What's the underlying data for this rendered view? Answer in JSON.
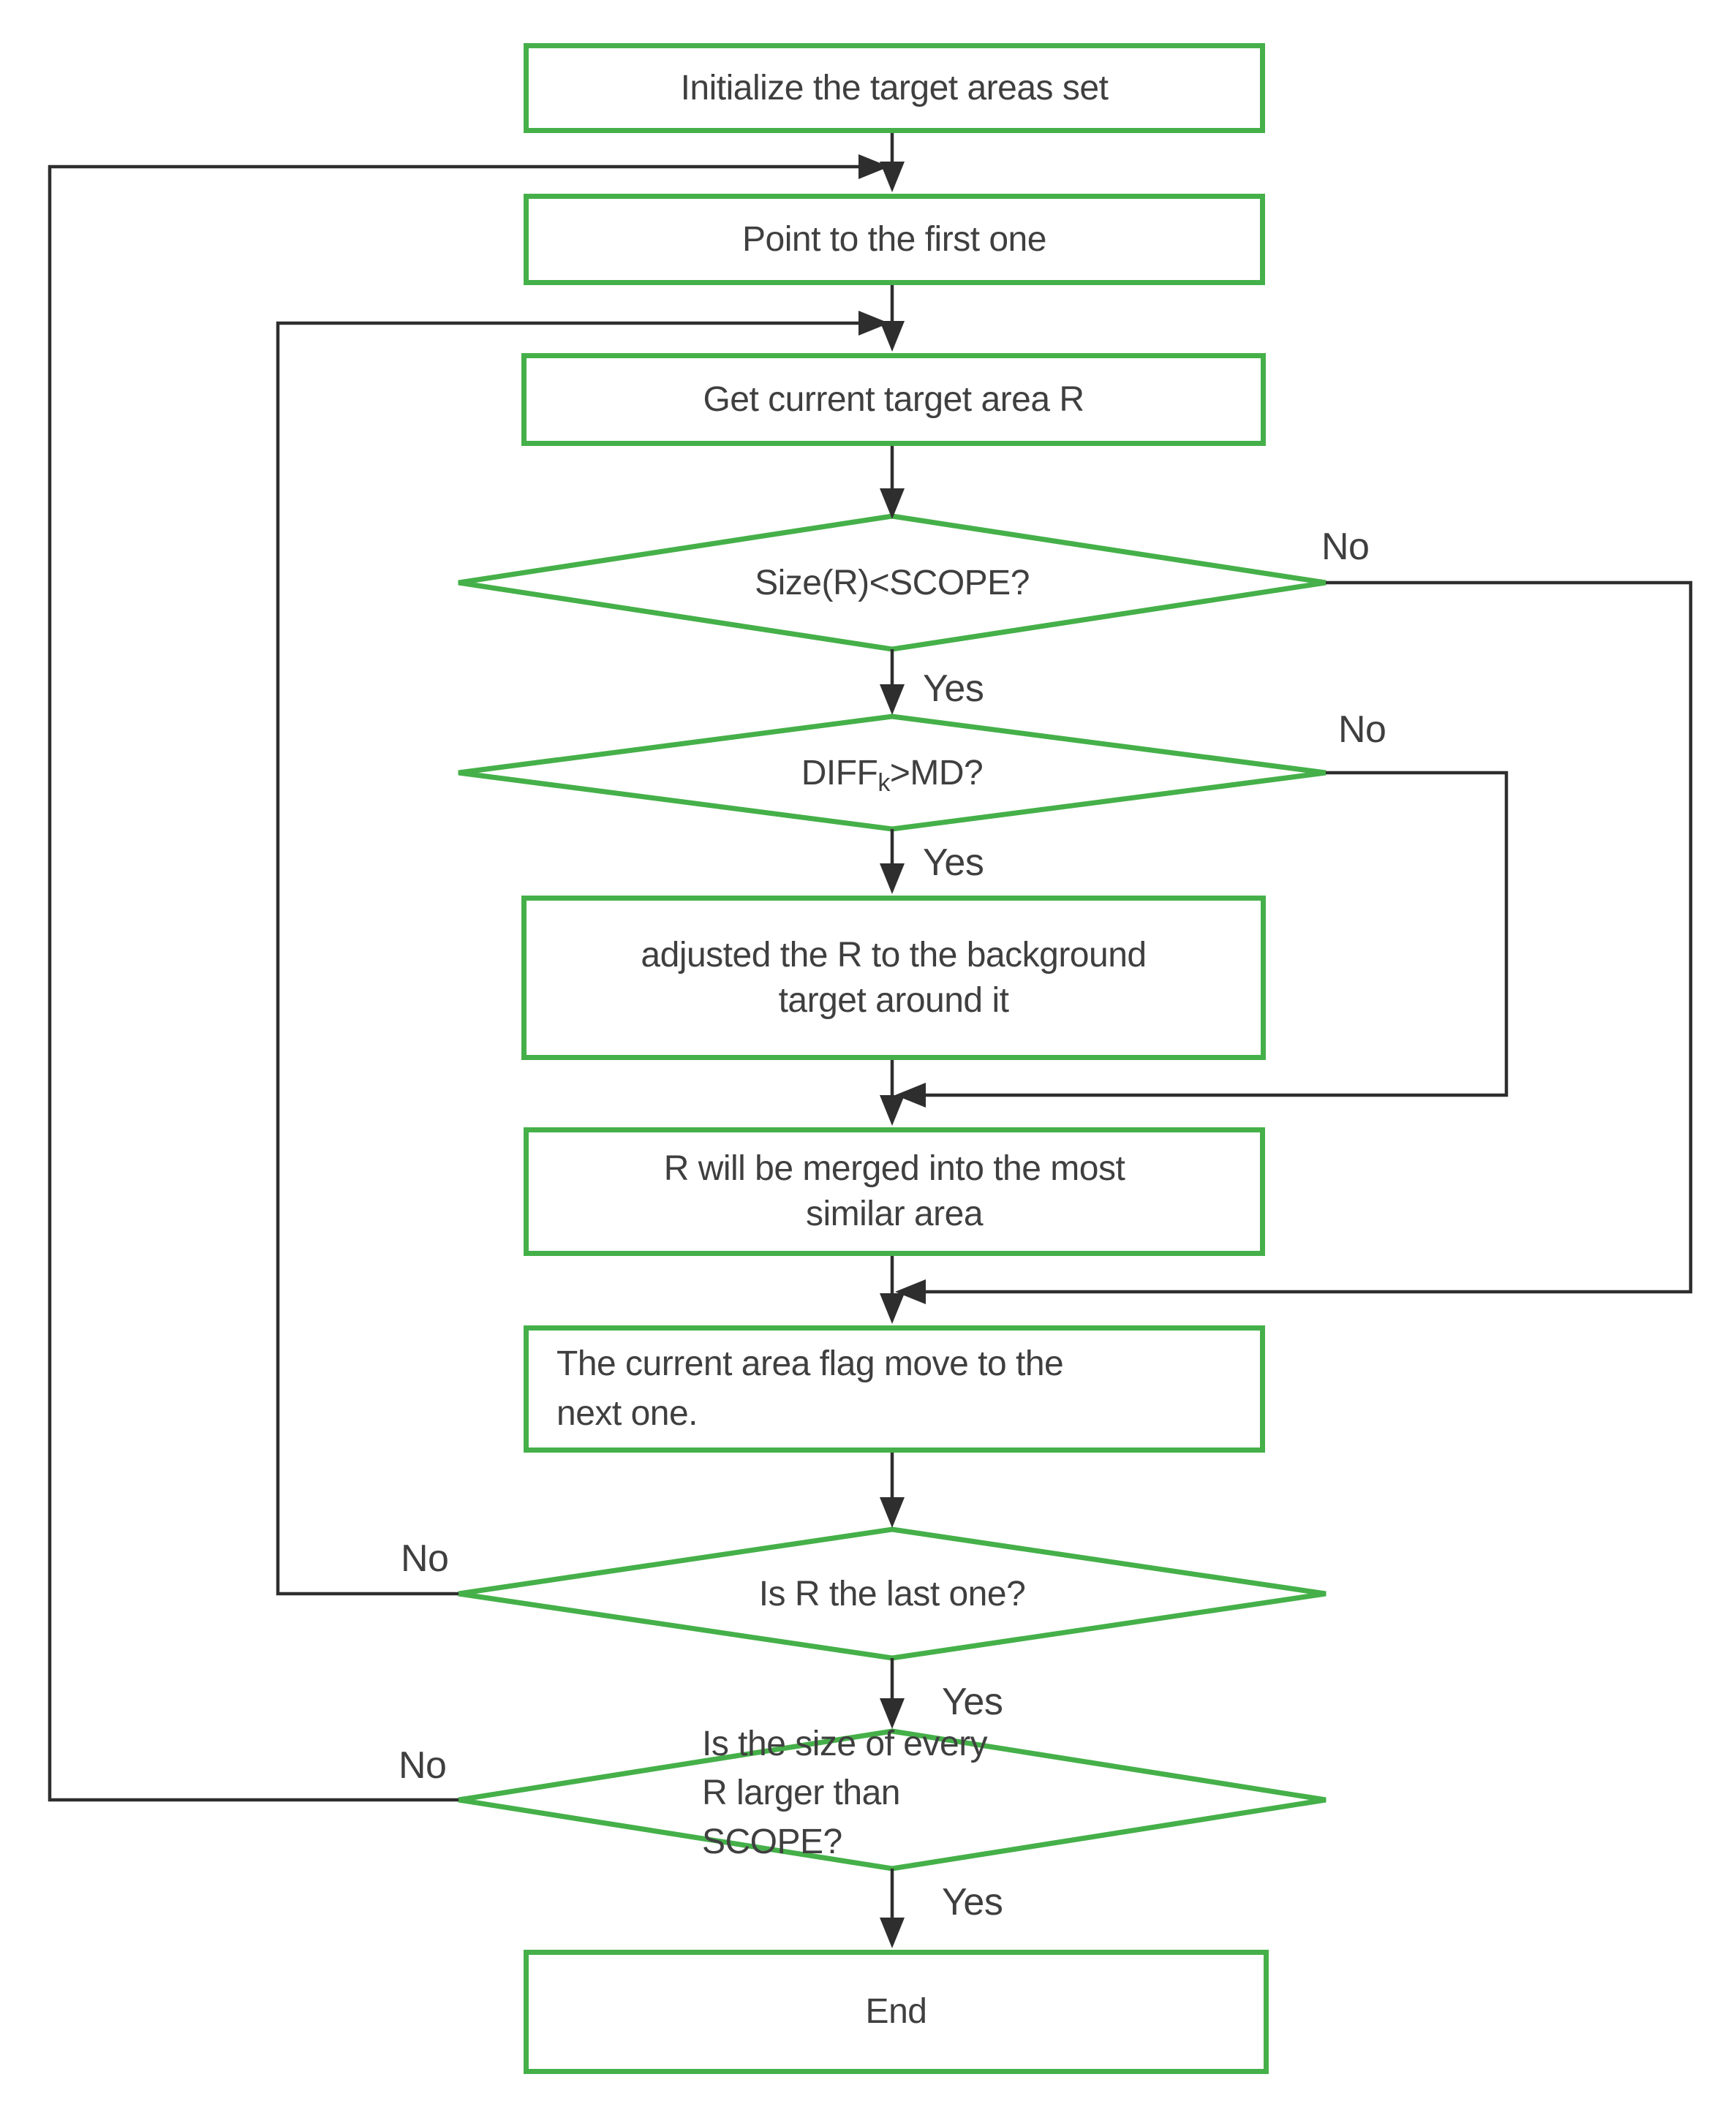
{
  "diagram": {
    "type": "flowchart",
    "colors": {
      "green": "#45b049",
      "line": "#2e2e2e",
      "text": "#3f3f3f",
      "bg": "#ffffff"
    },
    "nodes": {
      "init": {
        "label": "Initialize the target areas set"
      },
      "point_first": {
        "label": "Point to the first one"
      },
      "get_current": {
        "label": "Get current target area R"
      },
      "size_check": {
        "label": "Size(R)<SCOPE?"
      },
      "diff_check": {
        "label_main": "DIFF",
        "label_sub": "k",
        "label_rest": ">MD?"
      },
      "adjust": {
        "line1": "adjusted the R to the background",
        "line2": "target around it"
      },
      "merge": {
        "line1": "R will be merged into the most",
        "line2": "similar area"
      },
      "flag_move": {
        "line1": "The current area flag move to the",
        "line2": "next one."
      },
      "last_check": {
        "label": "Is R the last one?"
      },
      "size_all_check": {
        "line1": "Is the size of every",
        "line2": "R larger than",
        "line3": "SCOPE?"
      },
      "end": {
        "label": "End"
      }
    },
    "edge_labels": {
      "size_no": "No",
      "size_yes": "Yes",
      "diff_no": "No",
      "diff_yes": "Yes",
      "last_no": "No",
      "last_yes": "Yes",
      "size_all_no": "No",
      "size_all_yes": "Yes"
    }
  }
}
